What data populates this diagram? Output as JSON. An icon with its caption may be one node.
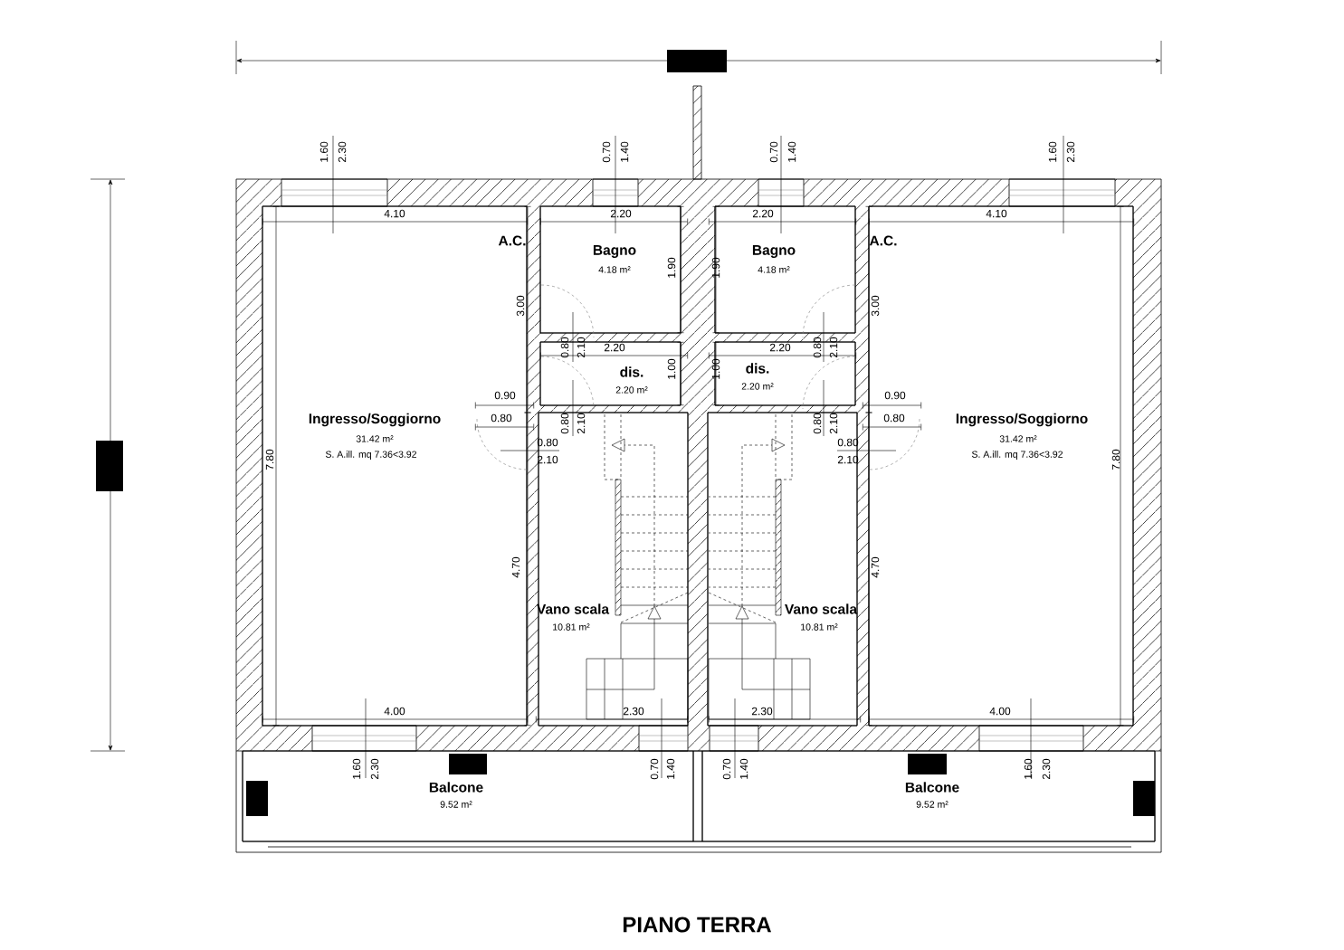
{
  "diagram": {
    "caption": "PIANO TERRA",
    "nodes": [
      {
        "text": [
          "Bagno",
          "4.18 m²"
        ]
      },
      {
        "text": [
          "Bagno",
          "4.18 m²"
        ]
      },
      {
        "text": [
          "dis.",
          "2.20 m²"
        ]
      },
      {
        "text": [
          "dis.",
          "2.20 m²"
        ]
      },
      {
        "text": [
          "Ingresso/Soggiorno",
          "31.42 m²",
          "S. A.ill. mq 7.36<3.92"
        ]
      },
      {
        "text": [
          "Ingresso/Soggiorno",
          "31.42 m²",
          "S. A.ill. mq 7.36<3.92"
        ]
      },
      {
        "text": [
          "Vano scala",
          "10.81 m²"
        ]
      },
      {
        "text": [
          "Vano scala",
          "10.81 m²"
        ]
      },
      {
        "text": [
          "Balcone",
          "9.52 m²"
        ]
      },
      {
        "text": [
          "Balcone",
          "9.52 m²"
        ]
      }
    ],
    "labels": [
      "1.60",
      "2.30",
      "0.70",
      "1.40",
      "0.70",
      "1.40",
      "1.60",
      "2.30",
      "4.10",
      "2.20",
      "2.20",
      "4.10",
      "A.C.",
      "A.C.",
      "1.90",
      "1.90",
      "3.00",
      "3.00",
      "0.80",
      "2.10",
      "2.20",
      "2.20",
      "0.80",
      "2.10",
      "1.00",
      "1.00",
      "0.90",
      "0.90",
      "0.80",
      "0.80",
      "2.10",
      "0.80",
      "2.10",
      "0.80",
      "0.80",
      "0.80",
      "2.10",
      "2.10",
      "7.80",
      "7.80",
      "4.70",
      "4.70",
      "4.00",
      "2.30",
      "2.30",
      "4.00",
      "1.60",
      "2.30",
      "0.70",
      "1.40",
      "0.70",
      "1.40",
      "1.60",
      "2.30"
    ]
  }
}
